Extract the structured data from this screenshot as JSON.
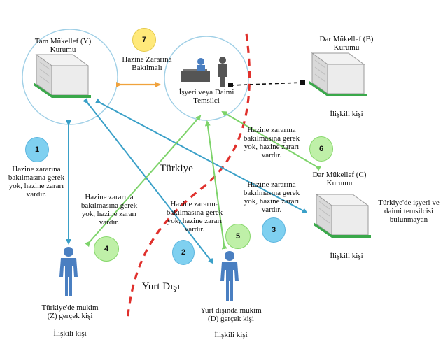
{
  "entities": {
    "y": {
      "title_line1": "Tam Mükellef (Y)",
      "title_line2": "Kurumu"
    },
    "b": {
      "title_line1": "Dar Mükellef (B)",
      "title_line2": "Kurumu",
      "relation": "İlişkili kişi"
    },
    "c": {
      "title_line1": "Dar Mükellef (C)",
      "title_line2": "Kurumu",
      "note_line1": "Türkiye'de işyeri ve",
      "note_line2": "daimi temsilcisi",
      "note_line3": "bulunmayan",
      "relation": "İlişkili kişi"
    },
    "pe": {
      "title_line1": "İşyeri veya Daimi",
      "title_line2": "Temsilci"
    },
    "z": {
      "title_line1": "Türkiye'de mukim",
      "title_line2": "(Z) gerçek kişi",
      "relation": "İlişkili kişi"
    },
    "d": {
      "title_line1": "Yurt dışında mukim",
      "title_line2": "(D) gerçek kişi",
      "relation": "İlişkili kişi"
    }
  },
  "regions": {
    "turkey": "Türkiye",
    "abroad": "Yurt Dışı"
  },
  "badges": [
    "1",
    "2",
    "3",
    "4",
    "5",
    "6",
    "7"
  ],
  "labels": {
    "l7_line1": "Hazine Zararına",
    "l7_line2": "Bakılmalı",
    "l1": [
      "Hazine zararına",
      "bakılmasına gerek",
      "yok, hazine zararı",
      "vardır."
    ],
    "l6": [
      "Hazine zararına",
      "bakılmasına gerek",
      "yok, hazine zararı",
      "vardır."
    ],
    "l3": [
      "Hazine zararına",
      "bakılmasına gerek",
      "yok, hazine zararı",
      "vardır."
    ],
    "l4": [
      "Hazine zararına",
      "bakılmasına gerek",
      "yok, hazine zararı",
      "vardır."
    ],
    "l2": [
      "Hazine zararına",
      "bakılmasına gerek",
      "yok, hazine zararı",
      "vardır."
    ]
  },
  "colors": {
    "blue_arrow": "#3aa0c8",
    "green_arrow": "#7dd36a",
    "orange_arrow": "#f0a23c",
    "border_red": "#e0302c",
    "person": "#4a7fc1",
    "building_roof": "#3aa84a"
  }
}
